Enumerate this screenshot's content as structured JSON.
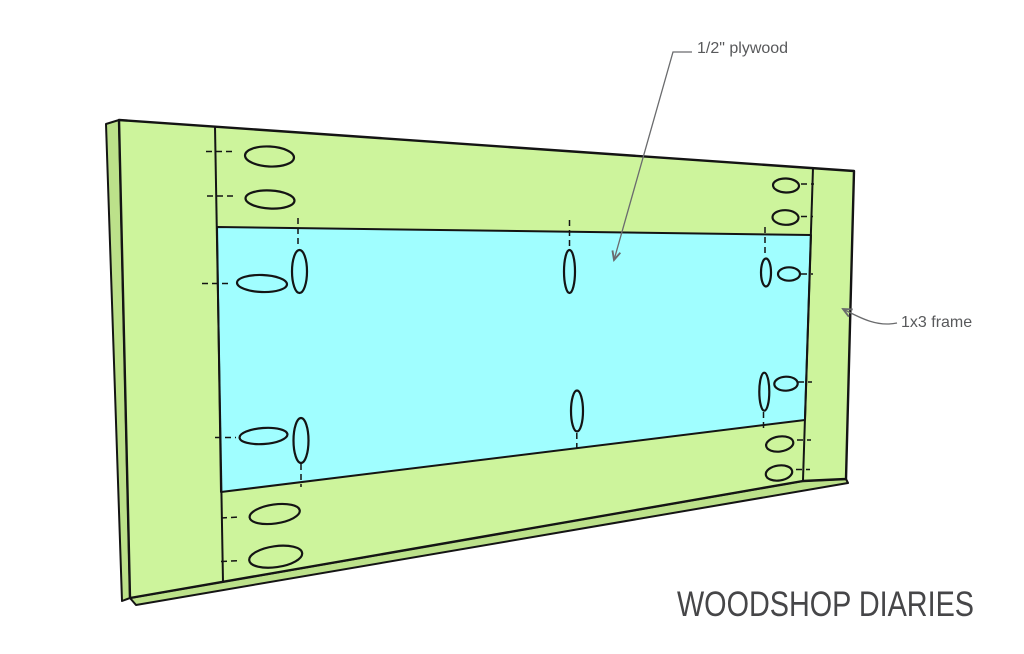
{
  "annotations": {
    "plywood": {
      "label": "1/2\" plywood"
    },
    "frame": {
      "label": "1x3 frame"
    }
  },
  "branding": {
    "watermark": "WOODSHOP DIARIES"
  },
  "colors": {
    "frame_face": "#cdf49c",
    "frame_edge": "#bce18a",
    "panel": "#a0feff",
    "outline": "#141414",
    "label_text": "#58595b",
    "leader": "#6a6b6d",
    "watermark": "#464648"
  }
}
